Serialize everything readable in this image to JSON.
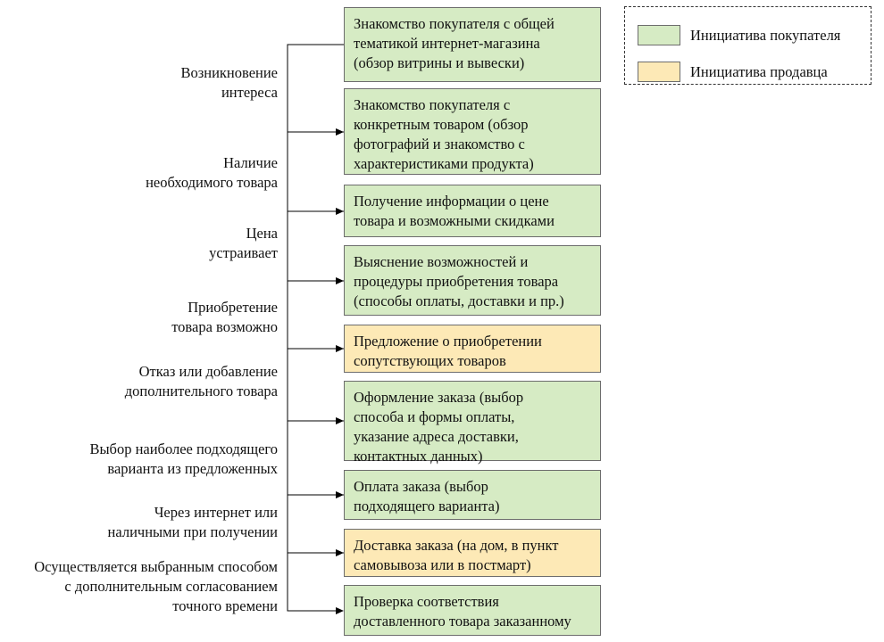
{
  "colors": {
    "buyer": "#d6ebc4",
    "seller": "#fde9b6",
    "border": "#6d6d6d",
    "line": "#000000"
  },
  "legend": {
    "buyer_label": "Инициатива покупателя",
    "seller_label": "Инициатива продавца"
  },
  "steps": [
    {
      "initiative": "buyer",
      "lines": [
        "Знакомство покупателя с общей",
        "тематикой интернет-магазина",
        "(обзор витрины и вывески)"
      ]
    },
    {
      "initiative": "buyer",
      "lines": [
        "Знакомство покупателя с",
        "конкретным товаром (обзор",
        "фотографий и знакомство с",
        "характеристиками продукта)"
      ]
    },
    {
      "initiative": "buyer",
      "lines": [
        "Получение информации о цене",
        "товара и возможными скидками"
      ]
    },
    {
      "initiative": "buyer",
      "lines": [
        "Выяснение возможностей и",
        "процедуры приобретения товара",
        "(способы оплаты, доставки и пр.)"
      ]
    },
    {
      "initiative": "seller",
      "lines": [
        "Предложение о приобретении",
        "сопутствующих товаров"
      ]
    },
    {
      "initiative": "buyer",
      "lines": [
        "Оформление заказа (выбор",
        "способа и формы оплаты,",
        "указание адреса доставки,",
        "контактных данных)"
      ]
    },
    {
      "initiative": "buyer",
      "lines": [
        "Оплата заказа (выбор",
        "подходящего  варианта)"
      ]
    },
    {
      "initiative": "seller",
      "lines": [
        "Доставка заказа (на дом, в пункт",
        "самовывоза или в постмарт)"
      ]
    },
    {
      "initiative": "buyer",
      "lines": [
        "Проверка соответствия",
        "доставленного товара заказанному"
      ]
    }
  ],
  "transitions": [
    {
      "lines": [
        "Возникновение",
        "интереса"
      ]
    },
    {
      "lines": [
        "Наличие",
        "необходимого товара"
      ]
    },
    {
      "lines": [
        "Цена",
        "устраивает"
      ]
    },
    {
      "lines": [
        "Приобретение",
        "товара возможно"
      ]
    },
    {
      "lines": [
        "Отказ или добавление",
        "дополнительного товара"
      ]
    },
    {
      "lines": [
        "Выбор наиболее подходящего",
        "варианта из предложенных"
      ]
    },
    {
      "lines": [
        "Через интернет или",
        "наличными при получении"
      ]
    },
    {
      "lines": [
        "Осуществляется выбранным способом",
        "с дополнительным согласованием",
        "точного времени"
      ]
    }
  ]
}
